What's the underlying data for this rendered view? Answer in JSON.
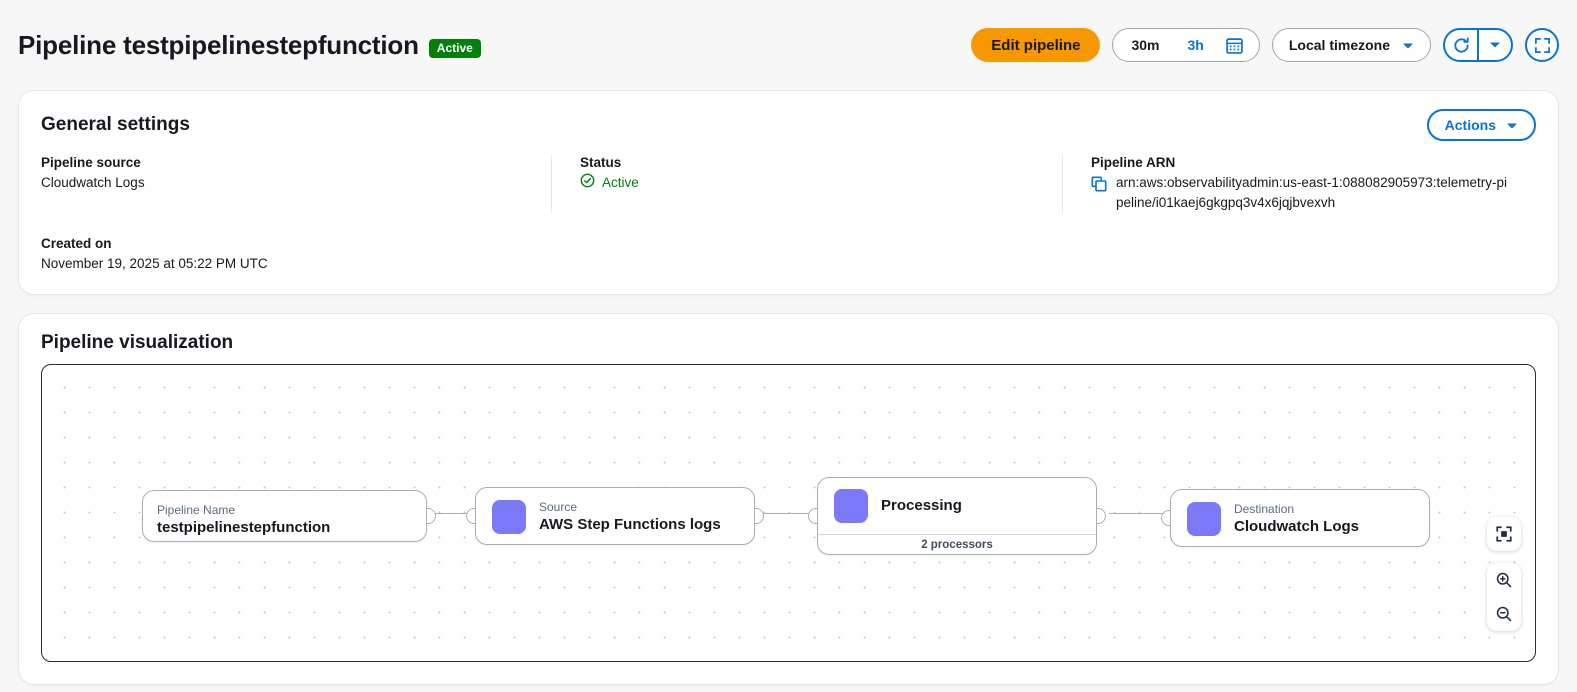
{
  "header": {
    "title": "Pipeline testpipelinestepfunction",
    "status_badge": "Active",
    "edit_button": "Edit pipeline",
    "time_range": {
      "option_30m": "30m",
      "option_3h": "3h",
      "selected": "3h",
      "calendar_icon": "calendar-icon"
    },
    "timezone_label": "Local timezone",
    "refresh_icon": "refresh-icon",
    "refresh_caret_icon": "chevron-down-icon",
    "fullscreen_icon": "fullscreen-icon"
  },
  "general_settings": {
    "title": "General settings",
    "actions_label": "Actions",
    "fields": {
      "pipeline_source_label": "Pipeline source",
      "pipeline_source_value": "Cloudwatch Logs",
      "status_label": "Status",
      "status_value": "Active",
      "arn_label": "Pipeline ARN",
      "arn_value": "arn:aws:observabilityadmin:us-east-1:088082905973:telemetry-pipeline/i01kaej6gkgpq3v4x6jqjbvexvh",
      "created_label": "Created on",
      "created_value": "November 19, 2025 at 05:22 PM UTC"
    }
  },
  "visualization": {
    "title": "Pipeline visualization",
    "nodes": [
      {
        "sub": "Pipeline Name",
        "main": "testpipelinestepfunction",
        "footer": "",
        "swatch": false
      },
      {
        "sub": "Source",
        "main": "AWS Step Functions logs",
        "footer": "",
        "swatch": true
      },
      {
        "sub": "",
        "main": "Processing",
        "footer": "2 processors",
        "swatch": true
      },
      {
        "sub": "Destination",
        "main": "Cloudwatch Logs",
        "footer": "",
        "swatch": true
      }
    ],
    "controls": {
      "fit_icon": "fit-to-screen-icon",
      "zoom_in_icon": "zoom-in-icon",
      "zoom_out_icon": "zoom-out-icon"
    }
  },
  "colors": {
    "accent_blue": "#0972d3",
    "primary_orange": "#f89800",
    "status_green": "#037f0c",
    "node_swatch": "#7b79f7"
  }
}
